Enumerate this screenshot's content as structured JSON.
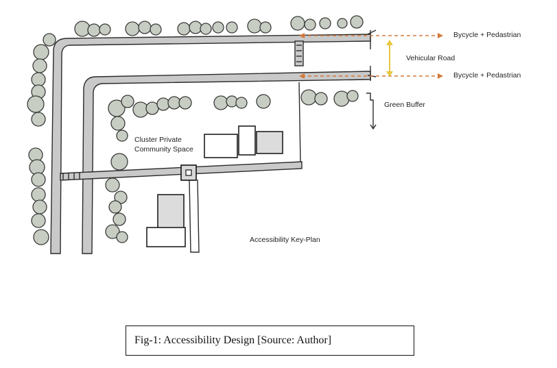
{
  "labels": {
    "bike_ped_top": "Bycycle + Pedastrian",
    "vehicular_road": "Vehicular Road",
    "bike_ped_bottom": "Bycycle + Pedastrian",
    "green_buffer": "Green Buffer",
    "cluster_line1": "Cluster Private",
    "cluster_line2": "Community Space",
    "key_plan": "Accessibility Key-Plan"
  },
  "caption": "Fig-1: Accessibility Design [Source: Author]",
  "colors": {
    "arrow_orange": "#d2783a",
    "arrow_yellow": "#e8c640",
    "tree_fill": "#c7cdc2",
    "road_fill": "#c9c9c9"
  }
}
